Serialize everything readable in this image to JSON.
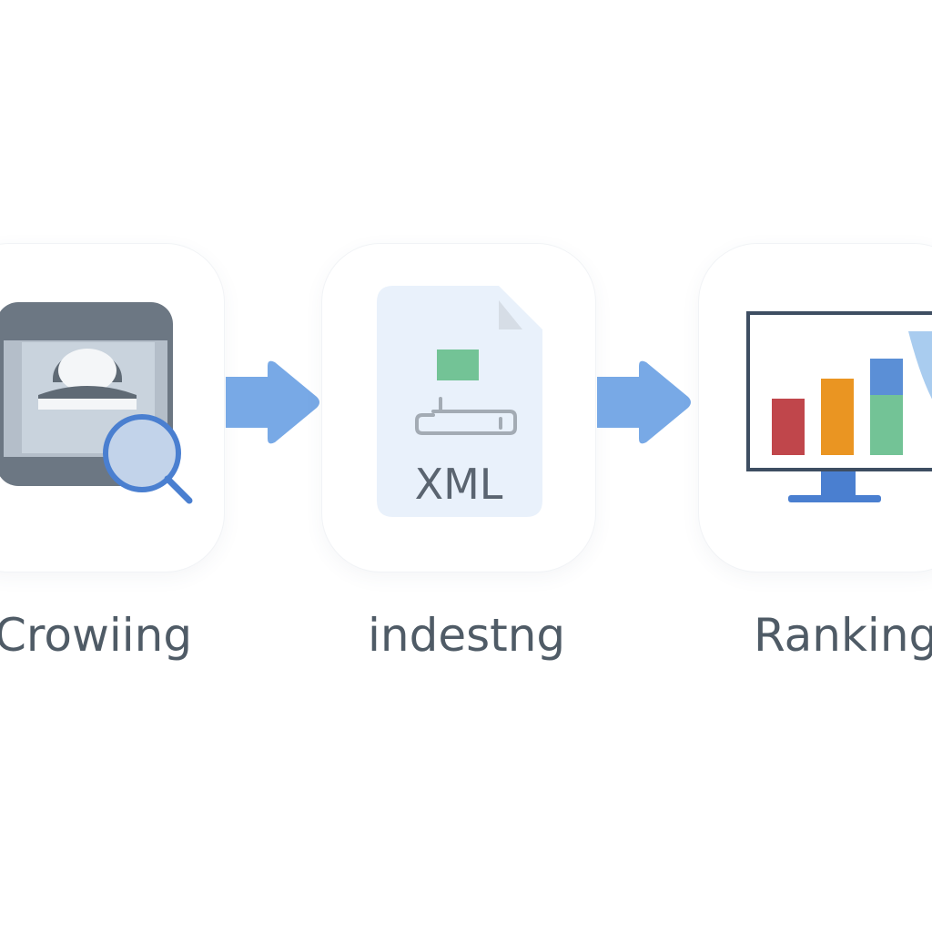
{
  "stages": [
    {
      "label": "Crowiing",
      "icon": "crawler-search-icon"
    },
    {
      "label": "indestng",
      "icon": "xml-document-icon",
      "badge": "XML"
    },
    {
      "label": "Ranking",
      "icon": "monitor-bar-chart-icon"
    }
  ],
  "arrow_icon": "right-arrow-icon",
  "colors": {
    "arrow": "#78a9e6",
    "label": "#4f5b66",
    "bar_red": "#c0464b",
    "bar_orange": "#ea9522",
    "bar_green": "#73c396",
    "bar_blue": "#5b8fd6",
    "magnifier": "#4a7fd0"
  }
}
